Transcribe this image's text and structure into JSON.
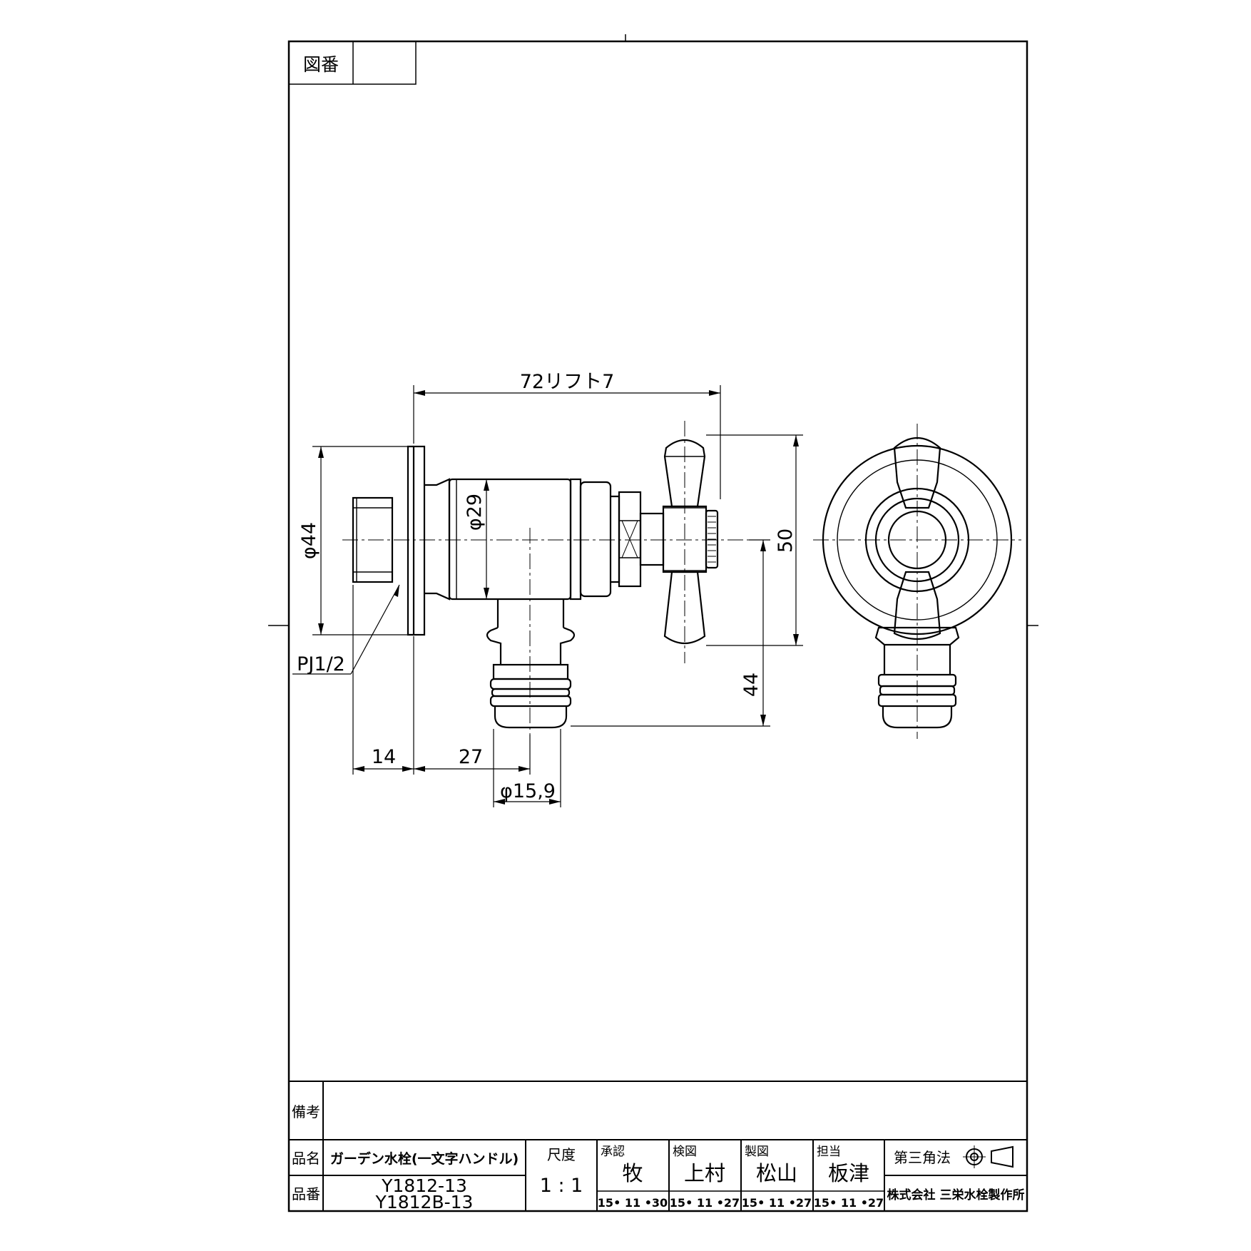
{
  "title_block": {
    "drawing_no_label": "図番",
    "drawing_no_value": "",
    "remarks_label": "備考",
    "remarks_value": "",
    "name_label": "品名",
    "name_value": "ガーデン水栓(一文字ハンドル)",
    "partno_label": "品番",
    "partno_values": [
      "Y1812-13",
      "Y1812B-13"
    ],
    "scale_label": "尺度",
    "scale_value": "1 : 1",
    "approvals": [
      {
        "role": "承認",
        "name": "牧",
        "date": "15• 11 •30"
      },
      {
        "role": "検図",
        "name": "上村",
        "date": "15• 11 •27"
      },
      {
        "role": "製図",
        "name": "松山",
        "date": "15• 11 •27"
      },
      {
        "role": "担当",
        "name": "板津",
        "date": "15• 11 •27"
      }
    ],
    "projection_label": "第三角法",
    "company": "株式会社 三栄水栓製作所"
  },
  "dimensions": {
    "overall_length": "72リフト7",
    "flange_dia": "φ44",
    "body_dia": "φ29",
    "handle_length": "50",
    "spout_height": "44",
    "thread": "PJ1/2",
    "thread_len": "14",
    "spout_offset": "27",
    "spout_dia": "φ15,9"
  }
}
